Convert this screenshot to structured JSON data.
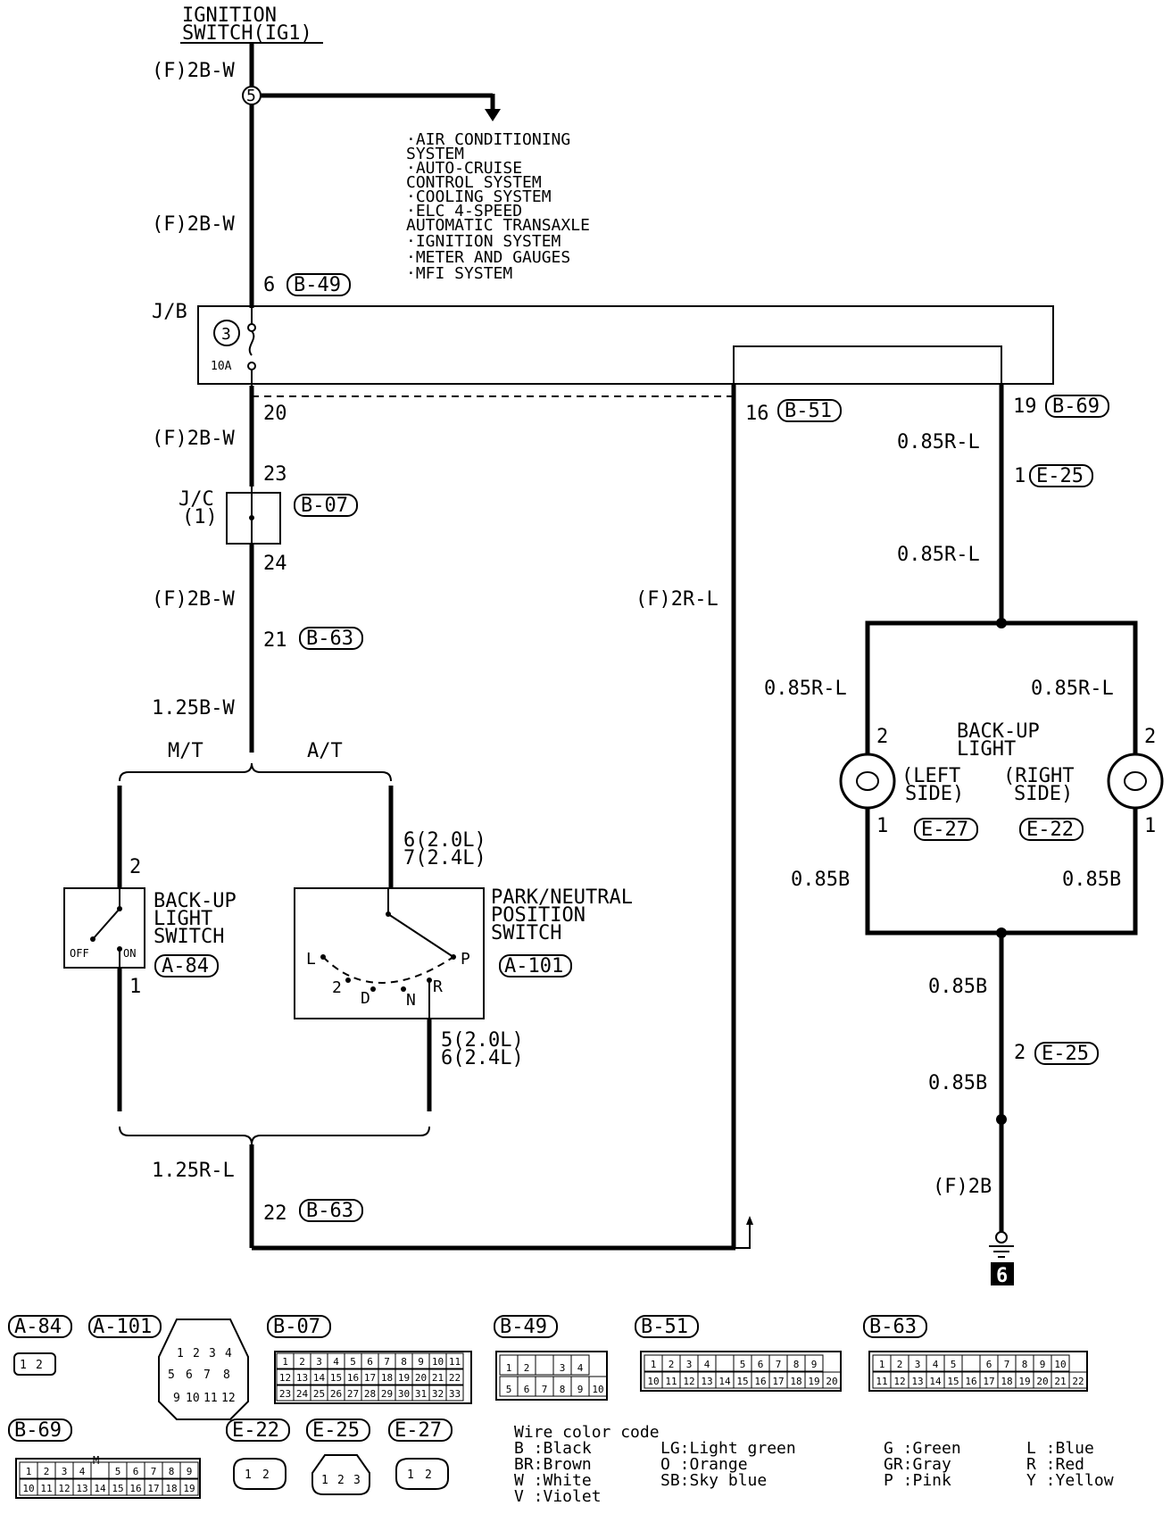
{
  "ignition": {
    "line1": "IGNITION",
    "line2": "SWITCH(IG1)"
  },
  "junction5": "5",
  "systems": [
    "·AIR CONDITIONING",
    " SYSTEM",
    "·AUTO-CRUISE",
    " CONTROL SYSTEM",
    "·COOLING SYSTEM",
    "·ELC 4-SPEED",
    " AUTOMATIC TRANSAXLE",
    "·IGNITION SYSTEM",
    "·METER AND GAUGES",
    "·MFI SYSTEM"
  ],
  "wires": {
    "f_2b_w": "(F)2B-W",
    "b125_w": "1.25B-W",
    "r125_l": "1.25R-L",
    "f_2r_l": "(F)2R-L",
    "r085_l": "0.85R-L",
    "b085": "0.85B",
    "f_2b": "(F)2B"
  },
  "jb": {
    "label": "J/B",
    "fuse_no": "3",
    "fuse_amp": "10A"
  },
  "jc": {
    "label1": "J/C",
    "label2": "(1)"
  },
  "pins": {
    "p6": "6",
    "p20": "20",
    "p16": "16",
    "p19": "19",
    "p23": "23",
    "p24": "24",
    "p21": "21",
    "p22": "22",
    "p1": "1",
    "p2": "2"
  },
  "connectors": {
    "b49": "B-49",
    "b51": "B-51",
    "b69": "B-69",
    "b07": "B-07",
    "b63": "B-63",
    "e25": "E-25",
    "e27": "E-27",
    "e22": "E-22",
    "a84": "A-84",
    "a101": "A-101"
  },
  "mt": "M/T",
  "at": "A/T",
  "backup_switch": {
    "line1": "BACK-UP",
    "line2": "LIGHT",
    "line3": "SWITCH",
    "off": "OFF",
    "on": "ON"
  },
  "pn_switch": {
    "line1": "PARK/NEUTRAL",
    "line2": "POSITION",
    "line3": "SWITCH",
    "pin_top1": "6(2.0L)",
    "pin_top2": "7(2.4L)",
    "pin_bot1": "5(2.0L)",
    "pin_bot2": "6(2.4L)",
    "L": "L",
    "two": "2",
    "D": "D",
    "N": "N",
    "R": "R",
    "P": "P"
  },
  "backup_light": {
    "line1": "BACK-UP",
    "line2": "LIGHT",
    "left1": "(LEFT",
    "left2": "SIDE)",
    "right1": "(RIGHT",
    "right2": "SIDE)"
  },
  "ground_no": "6",
  "wire_code": {
    "title": "Wire color code",
    "col1": [
      "B :Black",
      "BR:Brown",
      "W :White",
      "V :Violet"
    ],
    "col2": [
      "LG:Light green",
      "O :Orange",
      "SB:Sky blue"
    ],
    "col3": [
      "G :Green",
      "GR:Gray",
      "P :Pink"
    ],
    "col4": [
      "L :Blue",
      "R :Red",
      "Y :Yellow"
    ]
  },
  "conn_pins": {
    "a84": [
      "1",
      "2"
    ],
    "a101": [
      "1",
      "2",
      "3",
      "4",
      "5",
      "6",
      "7",
      "8",
      "9",
      "10",
      "11",
      "12"
    ],
    "b07_r1": [
      "1",
      "2",
      "3",
      "4",
      "5",
      "6",
      "7",
      "8",
      "9",
      "10",
      "11"
    ],
    "b07_r2": [
      "12",
      "13",
      "14",
      "15",
      "16",
      "17",
      "18",
      "19",
      "20",
      "21",
      "22"
    ],
    "b07_r3": [
      "23",
      "24",
      "25",
      "26",
      "27",
      "28",
      "29",
      "30",
      "31",
      "32",
      "33"
    ],
    "b49_r1": [
      "1",
      "2",
      "",
      "3",
      "4"
    ],
    "b49_r2": [
      "5",
      "6",
      "7",
      "8",
      "9",
      "10"
    ],
    "b51_r1": [
      "1",
      "2",
      "3",
      "4",
      "",
      "5",
      "6",
      "7",
      "8",
      "9"
    ],
    "b51_r2": [
      "10",
      "11",
      "12",
      "13",
      "14",
      "15",
      "16",
      "17",
      "18",
      "19",
      "20"
    ],
    "b63_r1": [
      "1",
      "2",
      "3",
      "4",
      "5",
      "",
      "6",
      "7",
      "8",
      "9",
      "10"
    ],
    "b63_r2": [
      "11",
      "12",
      "13",
      "14",
      "15",
      "16",
      "17",
      "18",
      "19",
      "20",
      "21",
      "22"
    ],
    "b69_r1": [
      "1",
      "2",
      "3",
      "4",
      "",
      "5",
      "6",
      "7",
      "8",
      "9"
    ],
    "b69_r2": [
      "10",
      "11",
      "12",
      "13",
      "14",
      "15",
      "16",
      "17",
      "18",
      "19"
    ],
    "b69_mark": "M",
    "e22": [
      "1",
      "2"
    ],
    "e25": [
      "1",
      "2",
      "3"
    ],
    "e27": [
      "1",
      "2"
    ]
  }
}
